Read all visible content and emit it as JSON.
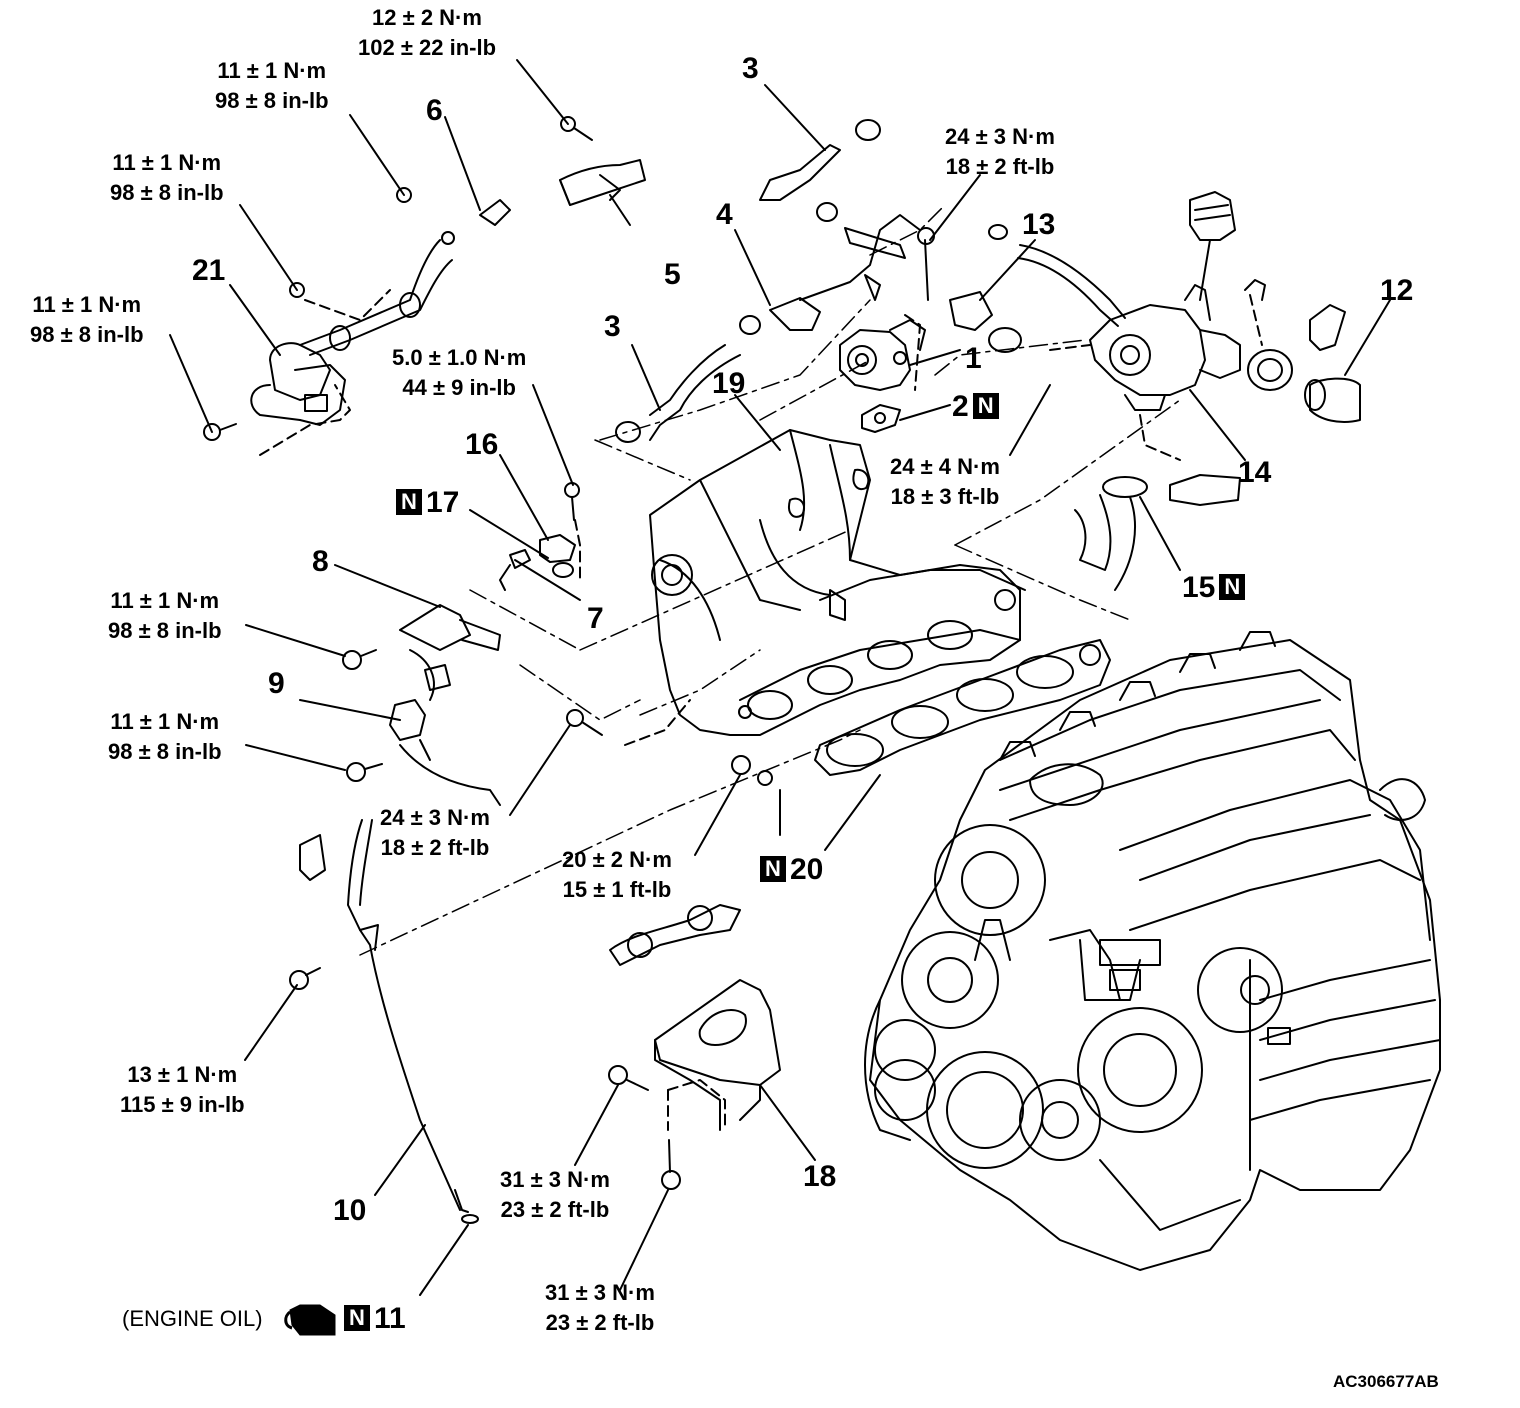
{
  "torques": {
    "t1": [
      "12 ± 2 N·m",
      "102 ± 22 in-lb"
    ],
    "t2": [
      "11 ± 1 N·m",
      "98 ± 8 in-lb"
    ],
    "t3": [
      "11 ± 1 N·m",
      "98 ± 8 in-lb"
    ],
    "t4": [
      "11 ± 1 N·m",
      "98 ± 8 in-lb"
    ],
    "t5": [
      "24 ± 3 N·m",
      "18 ± 2 ft-lb"
    ],
    "t6": [
      "5.0 ± 1.0 N·m",
      "44 ± 9 in-lb"
    ],
    "t7": [
      "24 ± 4 N·m",
      "18 ± 3 ft-lb"
    ],
    "t8": [
      "11 ± 1 N·m",
      "98 ± 8 in-lb"
    ],
    "t9": [
      "11 ± 1 N·m",
      "98 ± 8 in-lb"
    ],
    "t10": [
      "24 ± 3 N·m",
      "18 ± 2 ft-lb"
    ],
    "t11": [
      "20 ± 2 N·m",
      "15 ± 1 ft-lb"
    ],
    "t12": [
      "13 ± 1 N·m",
      "115 ± 9 in-lb"
    ],
    "t13": [
      "31 ± 3 N·m",
      "23 ± 2 ft-lb"
    ],
    "t14": [
      "31 ± 3 N·m",
      "23 ± 2 ft-lb"
    ]
  },
  "parts": {
    "p1": "1",
    "p2": "2",
    "p3a": "3",
    "p3b": "3",
    "p4": "4",
    "p5": "5",
    "p6": "6",
    "p7": "7",
    "p8": "8",
    "p9": "9",
    "p10": "10",
    "p11": "11",
    "p12": "12",
    "p13": "13",
    "p14": "14",
    "p15": "15",
    "p16": "16",
    "p17": "17",
    "p18": "18",
    "p19": "19",
    "p20": "20",
    "p21": "21"
  },
  "badge": "N",
  "engine_oil_note": "(ENGINE OIL)",
  "figure_code": "AC306677AB"
}
